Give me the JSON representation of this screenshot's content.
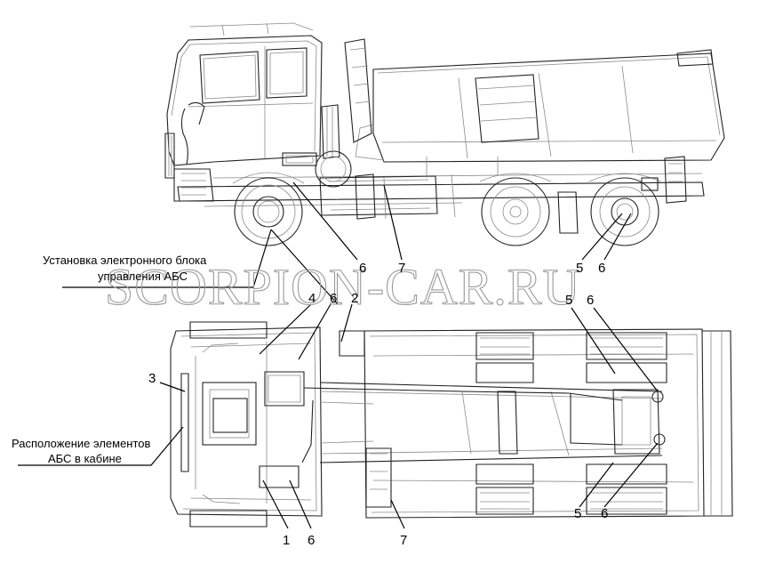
{
  "watermark": "SCORPION-CAR.RU",
  "captions": {
    "ecu_line1": "Установка электронного блока",
    "ecu_line2": "управления АБС",
    "cab_line1": "Расположение элементов",
    "cab_line2": "АБС в кабине"
  },
  "callouts": {
    "side_front_6": "6",
    "side_7": "7",
    "side_rear_5": "5",
    "side_rear_6": "6",
    "top_4": "4",
    "top_6": "6",
    "top_2": "2",
    "top_3": "3",
    "top_rear_5": "5",
    "top_rear_6": "6",
    "bottom_1": "1",
    "bottom_6": "6",
    "bottom_7": "7",
    "bottom_5": "5",
    "bottom_rear_6": "6"
  }
}
